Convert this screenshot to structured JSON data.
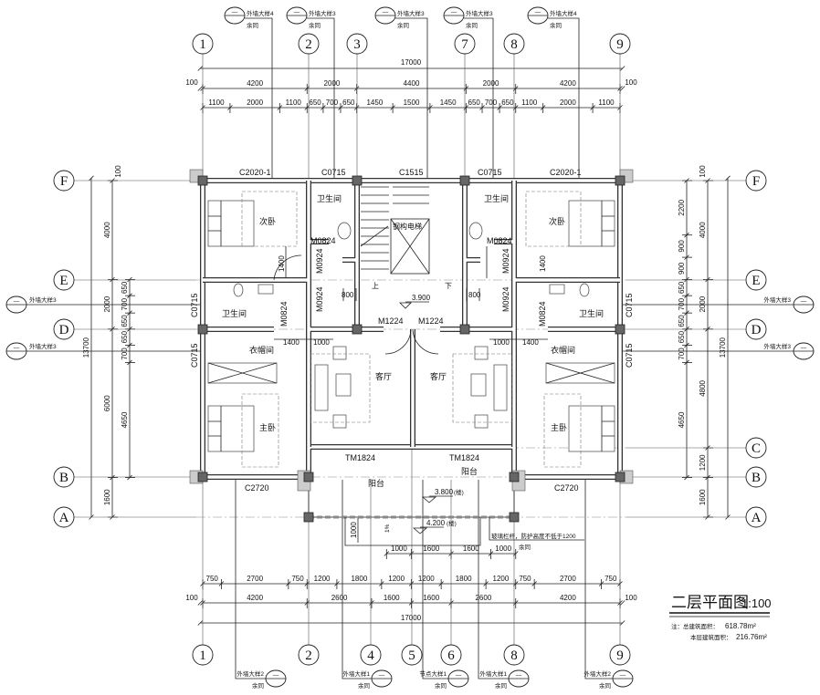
{
  "drawing": {
    "title": "二层平面图",
    "scale": "1:100",
    "note_label": "注：总建筑面积：",
    "total_area": "618.78m²",
    "floor_label": "本层建筑面积：",
    "floor_area": "216.76m²"
  },
  "axes": {
    "top": [
      "1",
      "2",
      "3",
      "7",
      "8",
      "9"
    ],
    "bottom": [
      "1",
      "2",
      "4",
      "5",
      "6",
      "8",
      "9"
    ],
    "left": [
      "F",
      "E",
      "D",
      "B",
      "A"
    ],
    "right": [
      "F",
      "E",
      "D",
      "C",
      "B",
      "A"
    ]
  },
  "dims": {
    "top_total": "17000",
    "top_edge": [
      "100",
      "100"
    ],
    "top_mid": [
      "4200",
      "2000",
      "4400",
      "2000",
      "4200"
    ],
    "top_detail": [
      "1100",
      "2000",
      "1100",
      "650",
      "700",
      "650",
      "1450",
      "1500",
      "1450",
      "650",
      "700",
      "650",
      "1100",
      "2000",
      "1100"
    ],
    "bottom_detail": [
      "750",
      "2700",
      "750",
      "1200",
      "1800",
      "1200",
      "1200",
      "1800",
      "1200",
      "750",
      "2700",
      "750"
    ],
    "bottom_edge": [
      "100",
      "100"
    ],
    "bottom_mid": [
      "4200",
      "2600",
      "1600",
      "1600",
      "2600",
      "4200"
    ],
    "bottom_total": "17000",
    "left_total": "13700",
    "left_top": "100",
    "left_mid": [
      "4000",
      "2000",
      "6000",
      "1600"
    ],
    "left_detail": [
      "650",
      "700",
      "650",
      "650",
      "700",
      "4650"
    ],
    "right_total": "13700",
    "right_top": "100",
    "right_mid": [
      "4000",
      "2000",
      "4800",
      "1200",
      "1600"
    ],
    "right_detail": [
      "2200",
      "900",
      "900",
      "650",
      "700",
      "650",
      "650",
      "700",
      "4650"
    ],
    "balcony": [
      "1000",
      "1600",
      "1600",
      "1000"
    ],
    "balcony_depth": "1000",
    "interior": {
      "wardrobe_depth_l": "1400",
      "wardrobe_depth_r": "1400",
      "stair_l": "800",
      "stair_r": "800",
      "closet_l": "1400",
      "closet_r": "1400",
      "living_l": "1000",
      "living_r": "1000"
    }
  },
  "callouts": {
    "top": [
      "外墙大样4",
      "外墙大样3",
      "外墙大样3",
      "外墙大样3",
      "外墙大样4"
    ],
    "bottom": [
      "外墙大样2",
      "外墙大样1",
      "节点大样1",
      "外墙大样1",
      "外墙大样2"
    ],
    "left": [
      "外墙大样3",
      "外墙大样3"
    ],
    "right": [
      "外墙大样3",
      "外墙大样3"
    ],
    "same": "余同",
    "symbol": "—"
  },
  "rooms": {
    "bedroom2_l": "次卧",
    "bedroom2_r": "次卧",
    "bath_top_l": "卫生间",
    "bath_top_r": "卫生间",
    "bath_mid_l": "卫生间",
    "bath_mid_r": "卫生间",
    "elevator": "钢构电梯",
    "stair_up": "上",
    "stair_down": "下",
    "closet_l": "衣帽间",
    "closet_r": "衣帽间",
    "master_l": "主卧",
    "master_r": "主卧",
    "living_l": "客厅",
    "living_r": "客厅",
    "balcony_l": "阳台",
    "balcony_r": "阳台"
  },
  "windows": {
    "top_l": "C2020-1",
    "top_cl": "C0715",
    "top_c": "C1515",
    "top_cr": "C0715",
    "top_r": "C2020-1",
    "side_l1": "C0715",
    "side_l2": "C0715",
    "side_r1": "C0715",
    "side_r2": "C0715",
    "bottom_l": "C2720",
    "bottom_r": "C2720"
  },
  "doors": {
    "m0824_tl": "M0824",
    "m0824_tr": "M0824",
    "m0824_ml": "M0824",
    "m0824_mr": "M0824",
    "m0924_l1": "M0924",
    "m0924_l2": "M0924",
    "m0924_r1": "M0924",
    "m0924_r2": "M0924",
    "m1224_l": "M1224",
    "m1224_r": "M1224",
    "tm1824_l": "TM1824",
    "tm1824_r": "TM1824"
  },
  "levels": {
    "stair": "3.900",
    "balcony": "3.800",
    "balcony_suffix": "(楼)",
    "roof": "4.200",
    "roof_suffix": "(楼)"
  },
  "annotations": {
    "railing": "玻璃栏杆，防护高度不低于1200",
    "railing_same": "余同",
    "slope": "1%"
  }
}
